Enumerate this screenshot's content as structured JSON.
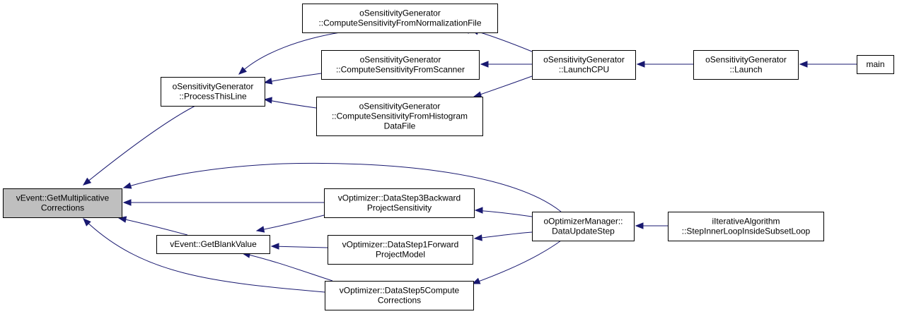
{
  "nodes": [
    {
      "id": "n0",
      "lines": [
        "vEvent::GetMultiplicative",
        "Corrections"
      ],
      "highlight": true
    },
    {
      "id": "n1",
      "lines": [
        "oSensitivityGenerator",
        "::ProcessThisLine"
      ]
    },
    {
      "id": "n2",
      "lines": [
        "oSensitivityGenerator",
        "::ComputeSensitivityFromNormalizationFile"
      ]
    },
    {
      "id": "n3",
      "lines": [
        "oSensitivityGenerator",
        "::ComputeSensitivityFromScanner"
      ]
    },
    {
      "id": "n4",
      "lines": [
        "oSensitivityGenerator",
        "::ComputeSensitivityFromHistogram",
        "DataFile"
      ]
    },
    {
      "id": "n5",
      "lines": [
        "oSensitivityGenerator",
        "::LaunchCPU"
      ]
    },
    {
      "id": "n6",
      "lines": [
        "oSensitivityGenerator",
        "::Launch"
      ]
    },
    {
      "id": "n7",
      "lines": [
        "main"
      ]
    },
    {
      "id": "n8",
      "lines": [
        "vOptimizer::DataStep3Backward",
        "ProjectSensitivity"
      ]
    },
    {
      "id": "n9",
      "lines": [
        "vEvent::GetBlankValue"
      ]
    },
    {
      "id": "n10",
      "lines": [
        "vOptimizer::DataStep1Forward",
        "ProjectModel"
      ]
    },
    {
      "id": "n11",
      "lines": [
        "vOptimizer::DataStep5Compute",
        "Corrections"
      ]
    },
    {
      "id": "n12",
      "lines": [
        "oOptimizerManager::",
        "DataUpdateStep"
      ]
    },
    {
      "id": "n13",
      "lines": [
        "iIterativeAlgorithm",
        "::StepInnerLoopInsideSubsetLoop"
      ]
    }
  ],
  "edges": [
    {
      "from": "n1",
      "to": "n0"
    },
    {
      "from": "n2",
      "to": "n1"
    },
    {
      "from": "n3",
      "to": "n1"
    },
    {
      "from": "n4",
      "to": "n1"
    },
    {
      "from": "n5",
      "to": "n2"
    },
    {
      "from": "n5",
      "to": "n3"
    },
    {
      "from": "n5",
      "to": "n4"
    },
    {
      "from": "n6",
      "to": "n5"
    },
    {
      "from": "n7",
      "to": "n6"
    },
    {
      "from": "n12",
      "to": "n0"
    },
    {
      "from": "n8",
      "to": "n0"
    },
    {
      "from": "n9",
      "to": "n0"
    },
    {
      "from": "n11",
      "to": "n0"
    },
    {
      "from": "n9",
      "to": "n8"
    },
    {
      "from": "n10",
      "to": "n9"
    },
    {
      "from": "n11",
      "to": "n9"
    },
    {
      "from": "n12",
      "to": "n8"
    },
    {
      "from": "n12",
      "to": "n10"
    },
    {
      "from": "n12",
      "to": "n11"
    },
    {
      "from": "n13",
      "to": "n12"
    }
  ],
  "colors": {
    "node_fill": "#ffffff",
    "node_highlight_fill": "#bfbfbf",
    "node_border": "#000000",
    "edge": "#191970"
  }
}
